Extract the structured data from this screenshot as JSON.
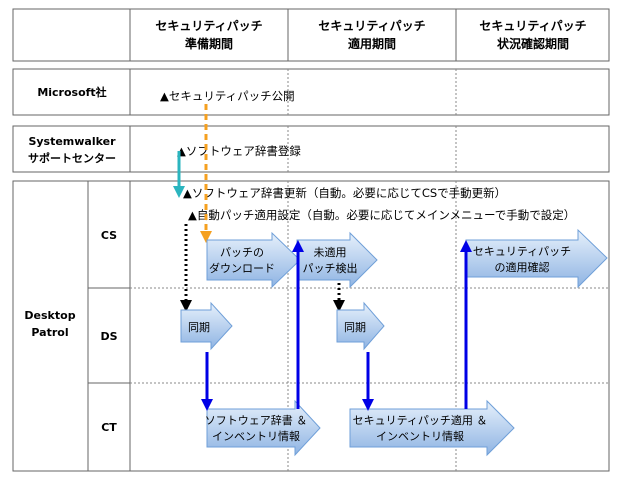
{
  "columns": [
    {
      "line1": "セキュリティパッチ",
      "line2": "準備期間"
    },
    {
      "line1": "セキュリティパッチ",
      "line2": "適用期間"
    },
    {
      "line1": "セキュリティパッチ",
      "line2": "状況確認期間"
    }
  ],
  "lanes": {
    "microsoft": "Microsoft社",
    "support_line1": "Systemwalker",
    "support_line2": "サポートセンター",
    "dp_line1": "Desktop",
    "dp_line2": "Patrol",
    "cs": "CS",
    "ds": "DS",
    "ct": "CT"
  },
  "notes": {
    "publish": "▲セキュリティパッチ公開",
    "register": "▲ソフトウェア辞書登録",
    "update": "▲ソフトウェア辞書更新（自動。必要に応じてCSで手動更新）",
    "auto_setting": "▲自動パッチ適用設定（自動。必要に応じてメインメニューで手動で設定）"
  },
  "arrows": {
    "download_1": "パッチの",
    "download_2": "ダウンロード",
    "detect_1": "未適用",
    "detect_2": "パッチ検出",
    "confirm_1": "セキュリティパッチ",
    "confirm_2": "の適用確認",
    "sync1": "同期",
    "sync2": "同期",
    "inv1_1": "ソフトウェア辞書 ＆",
    "inv1_2": "インベントリ情報",
    "inv2_1": "セキュリティパッチ適用 ＆",
    "inv2_2": "インベントリ情報"
  }
}
